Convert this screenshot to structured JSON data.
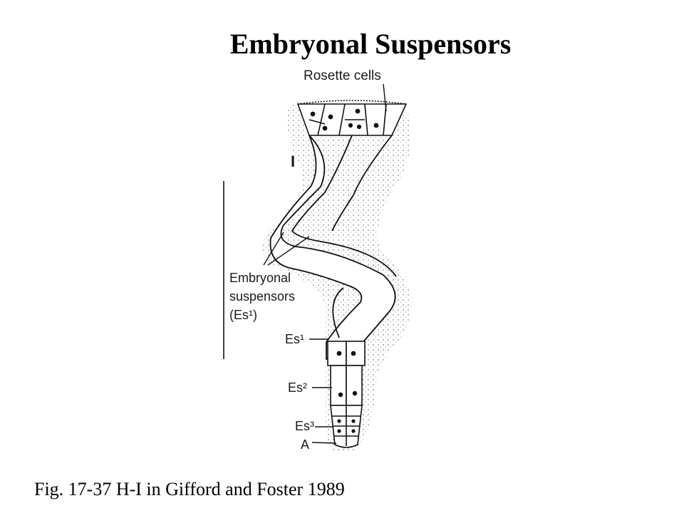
{
  "title": "Embryonal Suspensors",
  "figure": {
    "panel_label": "I",
    "labels": {
      "rosette_cells": "Rosette cells",
      "embryonal_line1": "Embryonal",
      "embryonal_line2": "suspensors",
      "embryonal_line3": "(Es¹)",
      "es1": "Es¹",
      "es2": "Es²",
      "es3": "Es³",
      "apex": "A"
    }
  },
  "caption": "Fig. 17-37 H-I in Gifford and Foster 1989"
}
